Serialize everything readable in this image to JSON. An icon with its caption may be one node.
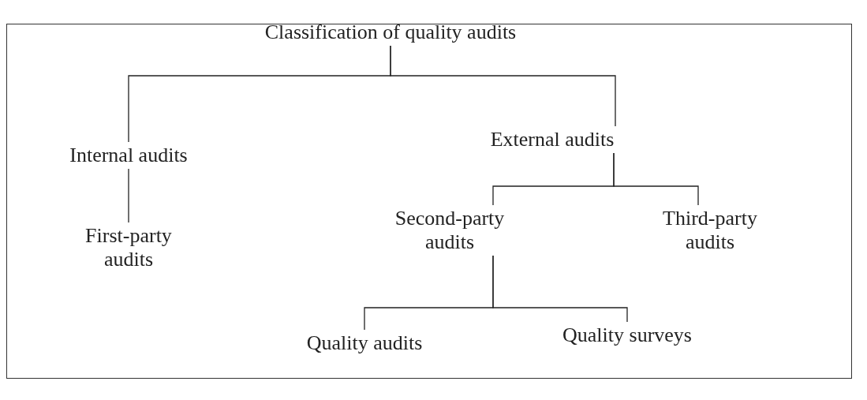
{
  "diagram": {
    "nodes": [
      {
        "text": [
          "Classification of quality audits"
        ]
      },
      {
        "text": [
          "Internal audits"
        ]
      },
      {
        "text": [
          "External audits"
        ]
      },
      {
        "text": [
          "First-party audits"
        ]
      },
      {
        "text": [
          "Second-party audits"
        ]
      },
      {
        "text": [
          "Third-party audits"
        ]
      },
      {
        "text": [
          "Quality audits"
        ]
      },
      {
        "text": [
          "Quality surveys"
        ]
      }
    ],
    "edges": [
      {
        "from": 0,
        "to": 1,
        "arrow": "none"
      },
      {
        "from": 0,
        "to": 2,
        "arrow": "none"
      },
      {
        "from": 1,
        "to": 3,
        "arrow": "none"
      },
      {
        "from": 2,
        "to": 4,
        "arrow": "none"
      },
      {
        "from": 2,
        "to": 5,
        "arrow": "none"
      },
      {
        "from": 4,
        "to": 6,
        "arrow": "none"
      },
      {
        "from": 4,
        "to": 7,
        "arrow": "none"
      }
    ]
  }
}
